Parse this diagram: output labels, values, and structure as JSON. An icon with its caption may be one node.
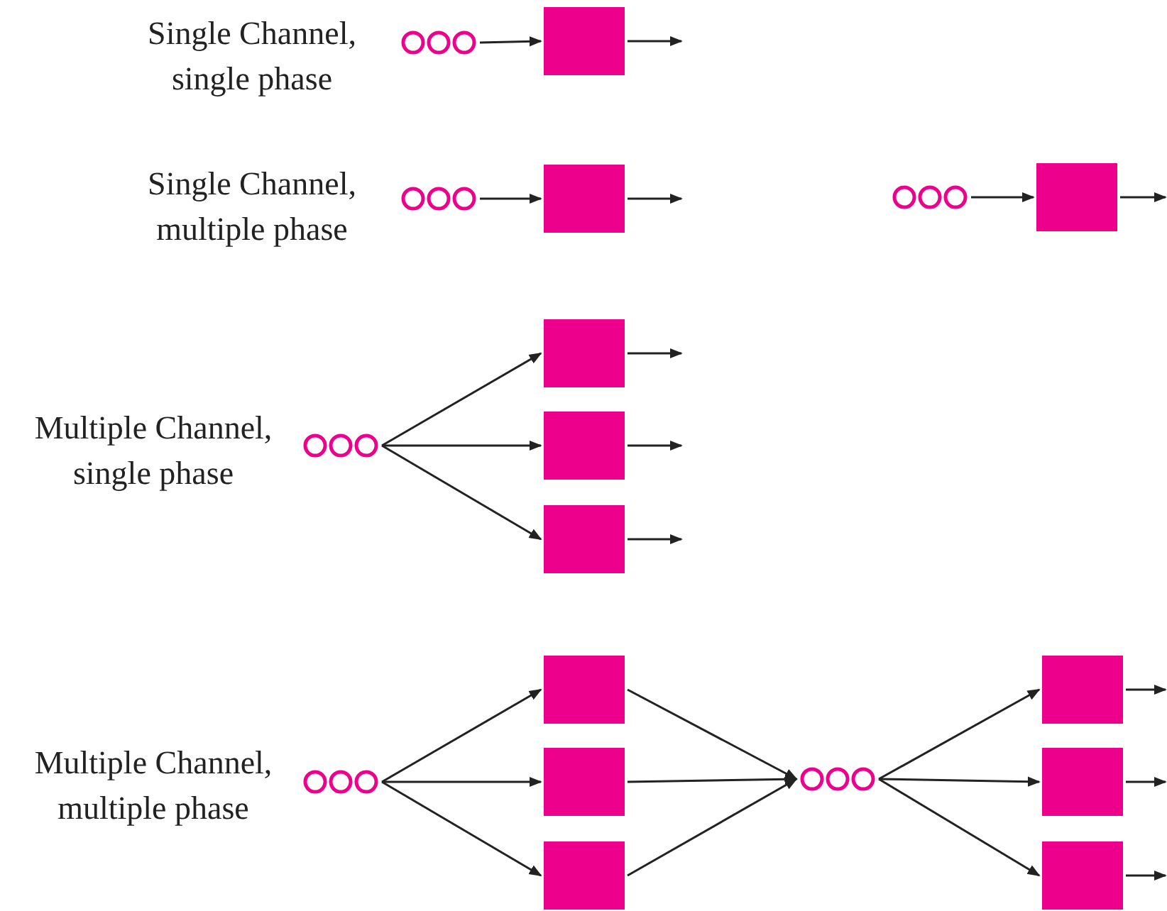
{
  "diagram": {
    "nodes": [
      {
        "text": [],
        "shape": "circle"
      },
      {
        "text": [],
        "shape": "box"
      },
      {
        "text": [],
        "shape": "circle"
      },
      {
        "text": [],
        "shape": "box"
      },
      {
        "text": [],
        "shape": "circle"
      },
      {
        "text": [],
        "shape": "box"
      },
      {
        "text": [],
        "shape": "circle"
      },
      {
        "text": [],
        "shape": "box"
      },
      {
        "text": [],
        "shape": "box"
      },
      {
        "text": [],
        "shape": "box"
      },
      {
        "text": [],
        "shape": "circle"
      },
      {
        "text": [],
        "shape": "box"
      },
      {
        "text": [],
        "shape": "box"
      },
      {
        "text": [],
        "shape": "box"
      },
      {
        "text": [],
        "shape": "circle"
      },
      {
        "text": [],
        "shape": "box"
      },
      {
        "text": [],
        "shape": "box"
      },
      {
        "text": [],
        "shape": "box"
      }
    ],
    "edges": [
      {
        "from": 0,
        "to": 1,
        "arrow": "to"
      },
      {
        "from": 1,
        "to": null,
        "arrow": "to"
      },
      {
        "from": 2,
        "to": 3,
        "arrow": "to"
      },
      {
        "from": 3,
        "to": null,
        "arrow": "to"
      },
      {
        "from": 4,
        "to": 5,
        "arrow": "to"
      },
      {
        "from": 5,
        "to": null,
        "arrow": "to"
      },
      {
        "from": 6,
        "to": 7,
        "arrow": "to"
      },
      {
        "from": 6,
        "to": 8,
        "arrow": "to"
      },
      {
        "from": 6,
        "to": 9,
        "arrow": "to"
      },
      {
        "from": 7,
        "to": null,
        "arrow": "to"
      },
      {
        "from": 8,
        "to": null,
        "arrow": "to"
      },
      {
        "from": 9,
        "to": null,
        "arrow": "to"
      },
      {
        "from": 10,
        "to": 11,
        "arrow": "to"
      },
      {
        "from": 10,
        "to": 12,
        "arrow": "to"
      },
      {
        "from": 10,
        "to": 13,
        "arrow": "to"
      },
      {
        "from": 11,
        "to": 14,
        "arrow": "to"
      },
      {
        "from": 12,
        "to": 14,
        "arrow": "to"
      },
      {
        "from": 13,
        "to": 14,
        "arrow": "to"
      },
      {
        "from": 14,
        "to": 15,
        "arrow": "to"
      },
      {
        "from": 14,
        "to": 16,
        "arrow": "to"
      },
      {
        "from": 14,
        "to": 17,
        "arrow": "to"
      },
      {
        "from": 15,
        "to": null,
        "arrow": "to"
      },
      {
        "from": 16,
        "to": null,
        "arrow": "to"
      },
      {
        "from": 17,
        "to": null,
        "arrow": "to"
      }
    ],
    "labels": [
      "Single Channel, single phase",
      "Single Channel, multiple phase",
      "Multiple Channel, single phase",
      "Multiple Channel, multiple phase"
    ]
  }
}
